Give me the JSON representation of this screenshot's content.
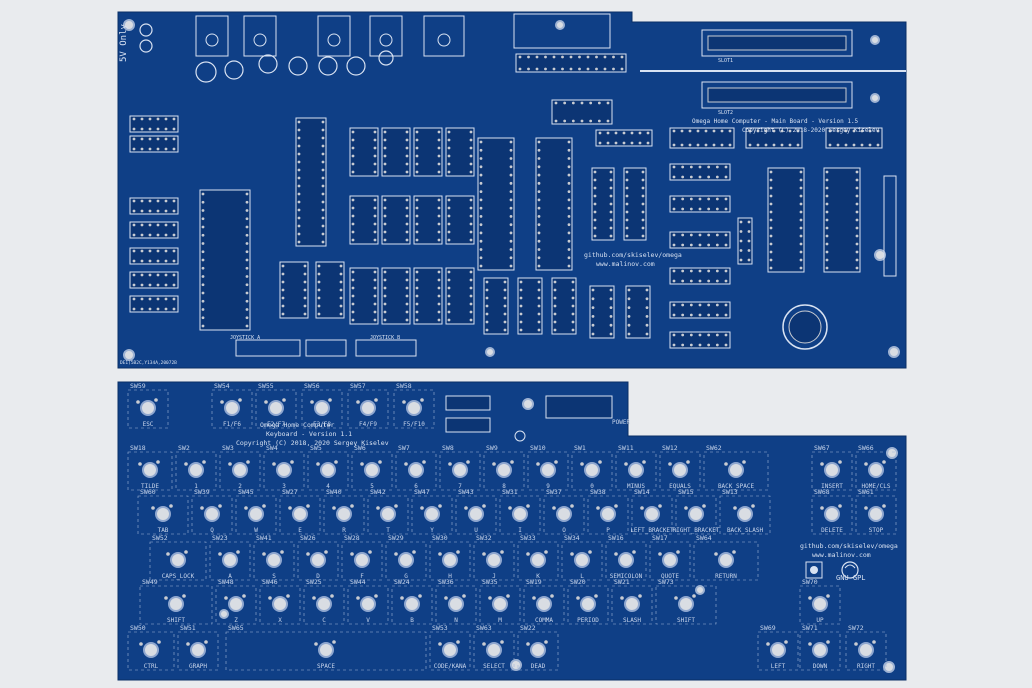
{
  "photo": {
    "background_color": "#e9ebee",
    "board_color": "#0f3f86",
    "silkscreen_color": "#d8e2f2",
    "pad_color": "#c9ccd2"
  },
  "main_board": {
    "side_label": "5V Only",
    "title_lines": [
      "Omega Home Computer - Main Board - Version 1.5",
      "Copyright (C) 2018-2020 Sergey Kiselev"
    ],
    "links": [
      "github.com/skiselev/omega",
      "www.malinov.com"
    ],
    "slot_labels": [
      "SLOT1",
      "SLOT2"
    ],
    "connector_labels": [
      "JOYSTICK A",
      "JOYSTICK B"
    ],
    "date_code": "DE1(5B2C,Y134A,20072B"
  },
  "keyboard": {
    "title_lines": [
      "Omega Home Computer",
      "Keyboard - Version 1.1",
      "Copyright (C) 2018, 2020 Sergey Kiselev"
    ],
    "links": [
      "github.com/skiselev/omega",
      "www.malinov.com"
    ],
    "license": "GNU GPL",
    "power_label": "POWER",
    "function_row": [
      {
        "sw": "SW59",
        "label": "ESC"
      },
      {
        "sw": "SW54",
        "label": "F1/F6"
      },
      {
        "sw": "SW55",
        "label": "F2/F7"
      },
      {
        "sw": "SW56",
        "label": "F3/F8"
      },
      {
        "sw": "SW57",
        "label": "F4/F9"
      },
      {
        "sw": "SW58",
        "label": "F5/F10"
      }
    ],
    "rows": [
      [
        {
          "sw": "SW18",
          "label": "TILDE"
        },
        {
          "sw": "SW2",
          "label": "1"
        },
        {
          "sw": "SW3",
          "label": "2"
        },
        {
          "sw": "SW4",
          "label": "3"
        },
        {
          "sw": "SW5",
          "label": "4"
        },
        {
          "sw": "SW6",
          "label": "5"
        },
        {
          "sw": "SW7",
          "label": "6"
        },
        {
          "sw": "SW8",
          "label": "7"
        },
        {
          "sw": "SW9",
          "label": "8"
        },
        {
          "sw": "SW10",
          "label": "9"
        },
        {
          "sw": "SW1",
          "label": "0"
        },
        {
          "sw": "SW11",
          "label": "MINUS"
        },
        {
          "sw": "SW12",
          "label": "EQUALS"
        },
        {
          "sw": "SW62",
          "label": "BACK_SPACE"
        }
      ],
      [
        {
          "sw": "SW60",
          "label": "TAB"
        },
        {
          "sw": "SW39",
          "label": "Q"
        },
        {
          "sw": "SW45",
          "label": "W"
        },
        {
          "sw": "SW27",
          "label": "E"
        },
        {
          "sw": "SW40",
          "label": "R"
        },
        {
          "sw": "SW42",
          "label": "T"
        },
        {
          "sw": "SW47",
          "label": "Y"
        },
        {
          "sw": "SW43",
          "label": "U"
        },
        {
          "sw": "SW31",
          "label": "I"
        },
        {
          "sw": "SW37",
          "label": "O"
        },
        {
          "sw": "SW38",
          "label": "P"
        },
        {
          "sw": "SW14",
          "label": "LEFT_BRACKET"
        },
        {
          "sw": "SW15",
          "label": "RIGHT_BRACKET"
        },
        {
          "sw": "SW13",
          "label": "BACK_SLASH"
        }
      ],
      [
        {
          "sw": "SW52",
          "label": "CAPS_LOCK"
        },
        {
          "sw": "SW23",
          "label": "A"
        },
        {
          "sw": "SW41",
          "label": "S"
        },
        {
          "sw": "SW26",
          "label": "D"
        },
        {
          "sw": "SW28",
          "label": "F"
        },
        {
          "sw": "SW29",
          "label": "G"
        },
        {
          "sw": "SW30",
          "label": "H"
        },
        {
          "sw": "SW32",
          "label": "J"
        },
        {
          "sw": "SW33",
          "label": "K"
        },
        {
          "sw": "SW34",
          "label": "L"
        },
        {
          "sw": "SW16",
          "label": "SEMICOLON"
        },
        {
          "sw": "SW17",
          "label": "QUOTE"
        },
        {
          "sw": "SW64",
          "label": "RETURN"
        }
      ],
      [
        {
          "sw": "SW49",
          "label": "SHIFT"
        },
        {
          "sw": "SW48",
          "label": "Z"
        },
        {
          "sw": "SW46",
          "label": "X"
        },
        {
          "sw": "SW25",
          "label": "C"
        },
        {
          "sw": "SW44",
          "label": "V"
        },
        {
          "sw": "SW24",
          "label": "B"
        },
        {
          "sw": "SW36",
          "label": "N"
        },
        {
          "sw": "SW35",
          "label": "M"
        },
        {
          "sw": "SW19",
          "label": "COMMA"
        },
        {
          "sw": "SW20",
          "label": "PERIOD"
        },
        {
          "sw": "SW21",
          "label": "SLASH"
        },
        {
          "sw": "SW73",
          "label": "SHIFT"
        }
      ],
      [
        {
          "sw": "SW50",
          "label": "CTRL"
        },
        {
          "sw": "SW51",
          "label": "GRAPH"
        },
        {
          "sw": "SW65",
          "label": "SPACE"
        },
        {
          "sw": "SW53",
          "label": "CODE/KANA"
        },
        {
          "sw": "SW63",
          "label": "SELECT"
        },
        {
          "sw": "SW22",
          "label": "DEAD"
        }
      ]
    ],
    "nav_keys": [
      {
        "sw": "SW67",
        "label": "INSERT"
      },
      {
        "sw": "SW66",
        "label": "HOME/CLS"
      },
      {
        "sw": "SW68",
        "label": "DELETE"
      },
      {
        "sw": "SW61",
        "label": "STOP"
      },
      {
        "sw": "SW70",
        "label": "UP"
      },
      {
        "sw": "SW69",
        "label": "LEFT"
      },
      {
        "sw": "SW71",
        "label": "DOWN"
      },
      {
        "sw": "SW72",
        "label": "RIGHT"
      }
    ]
  }
}
